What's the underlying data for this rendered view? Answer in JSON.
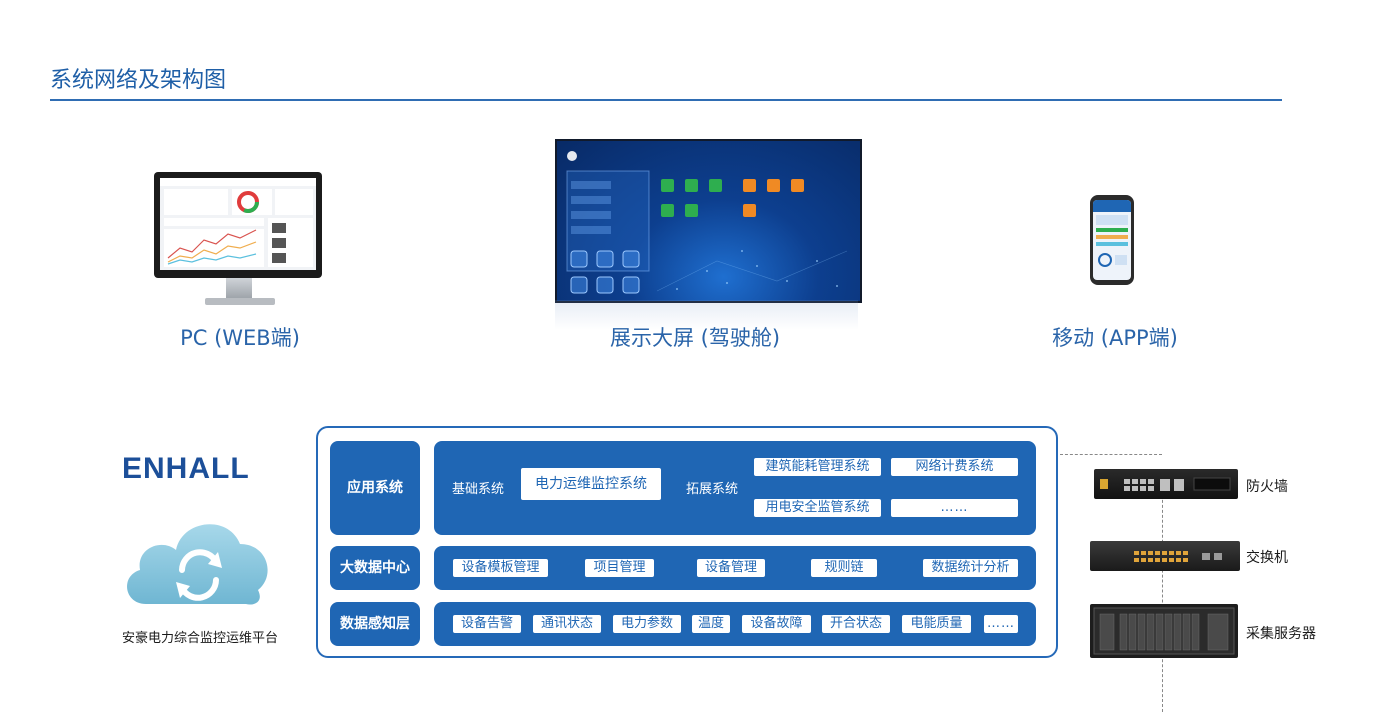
{
  "header": {
    "title": "系统网络及架构图"
  },
  "clients": {
    "pc": "PC (WEB端)",
    "screen": "展示大屏 (驾驶舱)",
    "mobile": "移动 (APP端)"
  },
  "brand": {
    "logo": "ENHALL",
    "caption": "安豪电力综合监控运维平台"
  },
  "layers": {
    "app": {
      "tag": "应用系统",
      "base_label": "基础系统",
      "base_items": [
        "电力运维监控系统"
      ],
      "ext_label": "拓展系统",
      "ext_items": [
        "建筑能耗管理系统",
        "网络计费系统",
        "用电安全监管系统",
        "……"
      ]
    },
    "data": {
      "tag": "大数据中心",
      "items": [
        "设备模板管理",
        "项目管理",
        "设备管理",
        "规则链",
        "数据统计分析"
      ]
    },
    "sense": {
      "tag": "数据感知层",
      "items": [
        "设备告警",
        "通讯状态",
        "电力参数",
        "温度",
        "设备故障",
        "开合状态",
        "电能质量",
        "……"
      ]
    }
  },
  "hardware": [
    "防火墙",
    "交换机",
    "采集服务器"
  ],
  "colors": {
    "primary": "#1f66b4",
    "accent": "#2f6db3",
    "cloud": "#8ecbe0"
  },
  "icons": [
    "cloud-sync-icon",
    "monitor-icon",
    "phone-icon",
    "firewall-icon",
    "switch-icon",
    "server-icon"
  ]
}
